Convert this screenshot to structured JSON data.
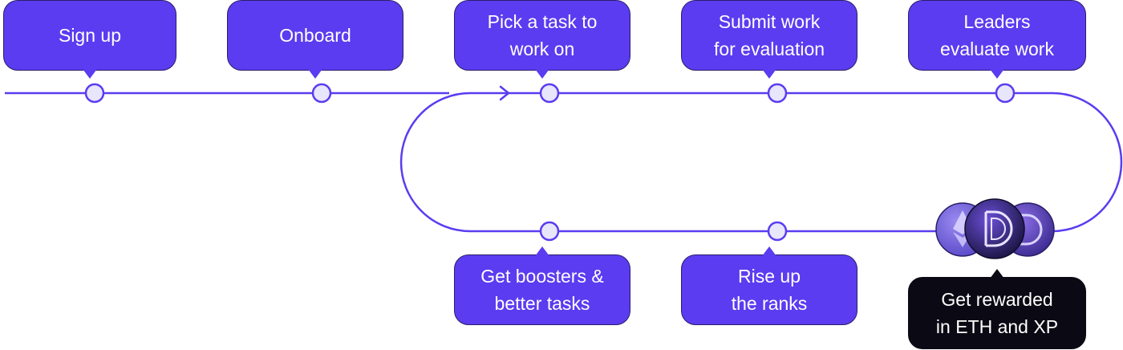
{
  "colors": {
    "line": "#5b3cf0",
    "node_fill": "#e8e6fb",
    "bubble": "#5b3cf0",
    "reward_bubble": "#0b0a14"
  },
  "steps": [
    {
      "label": "Sign up"
    },
    {
      "label": "Onboard"
    },
    {
      "label": "Pick a task to\nwork on"
    },
    {
      "label": "Submit work\nfor evaluation"
    },
    {
      "label": "Leaders\nevaluate work"
    },
    {
      "label": "Get boosters &\nbetter tasks"
    },
    {
      "label": "Rise up\nthe ranks"
    },
    {
      "label": "Get rewarded\nin ETH and XP"
    }
  ],
  "reward_icons": [
    "eth-coin-icon",
    "d-token-icon",
    "d-token-icon"
  ]
}
